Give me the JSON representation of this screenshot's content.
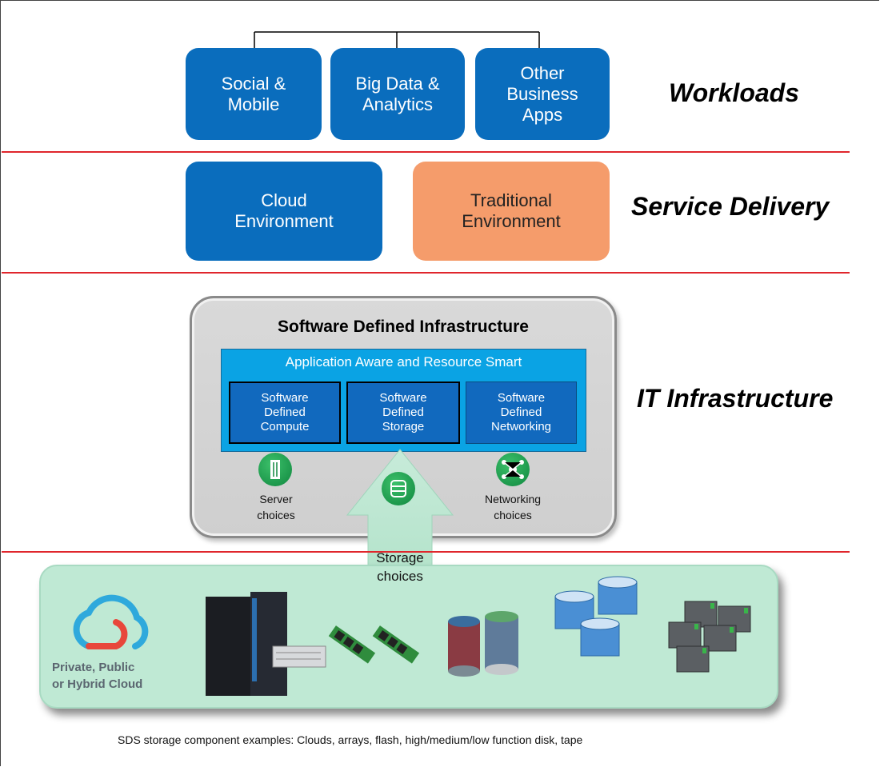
{
  "workloads": {
    "items": [
      "Social &\nMobile",
      "Big Data &\nAnalytics",
      "Other\nBusiness\nApps"
    ],
    "label": "Workloads"
  },
  "service_delivery": {
    "cloud": "Cloud\nEnvironment",
    "traditional": "Traditional\nEnvironment",
    "label": "Service Delivery"
  },
  "it_infrastructure": {
    "label": "IT Infrastructure",
    "sdi_title": "Software Defined Infrastructure",
    "aware_title": "Application Aware and Resource Smart",
    "components": [
      "Software\nDefined\nCompute",
      "Software\nDefined\nStorage",
      "Software\nDefined\nNetworking"
    ],
    "server_choices": "Server\nchoices",
    "networking_choices": "Networking\nchoices",
    "storage_choices": "Storage\nchoices"
  },
  "storage_panel": {
    "cloud_label": "Private, Public\nor Hybrid Cloud"
  },
  "caption": "SDS storage component examples: Clouds, arrays, flash, high/medium/low function disk, tape",
  "colors": {
    "blue": "#0a6dbd",
    "orange": "#f59c6b",
    "light_blue": "#0aa3e4",
    "red_line": "#e0262c",
    "green_panel": "#bfe9d4"
  }
}
